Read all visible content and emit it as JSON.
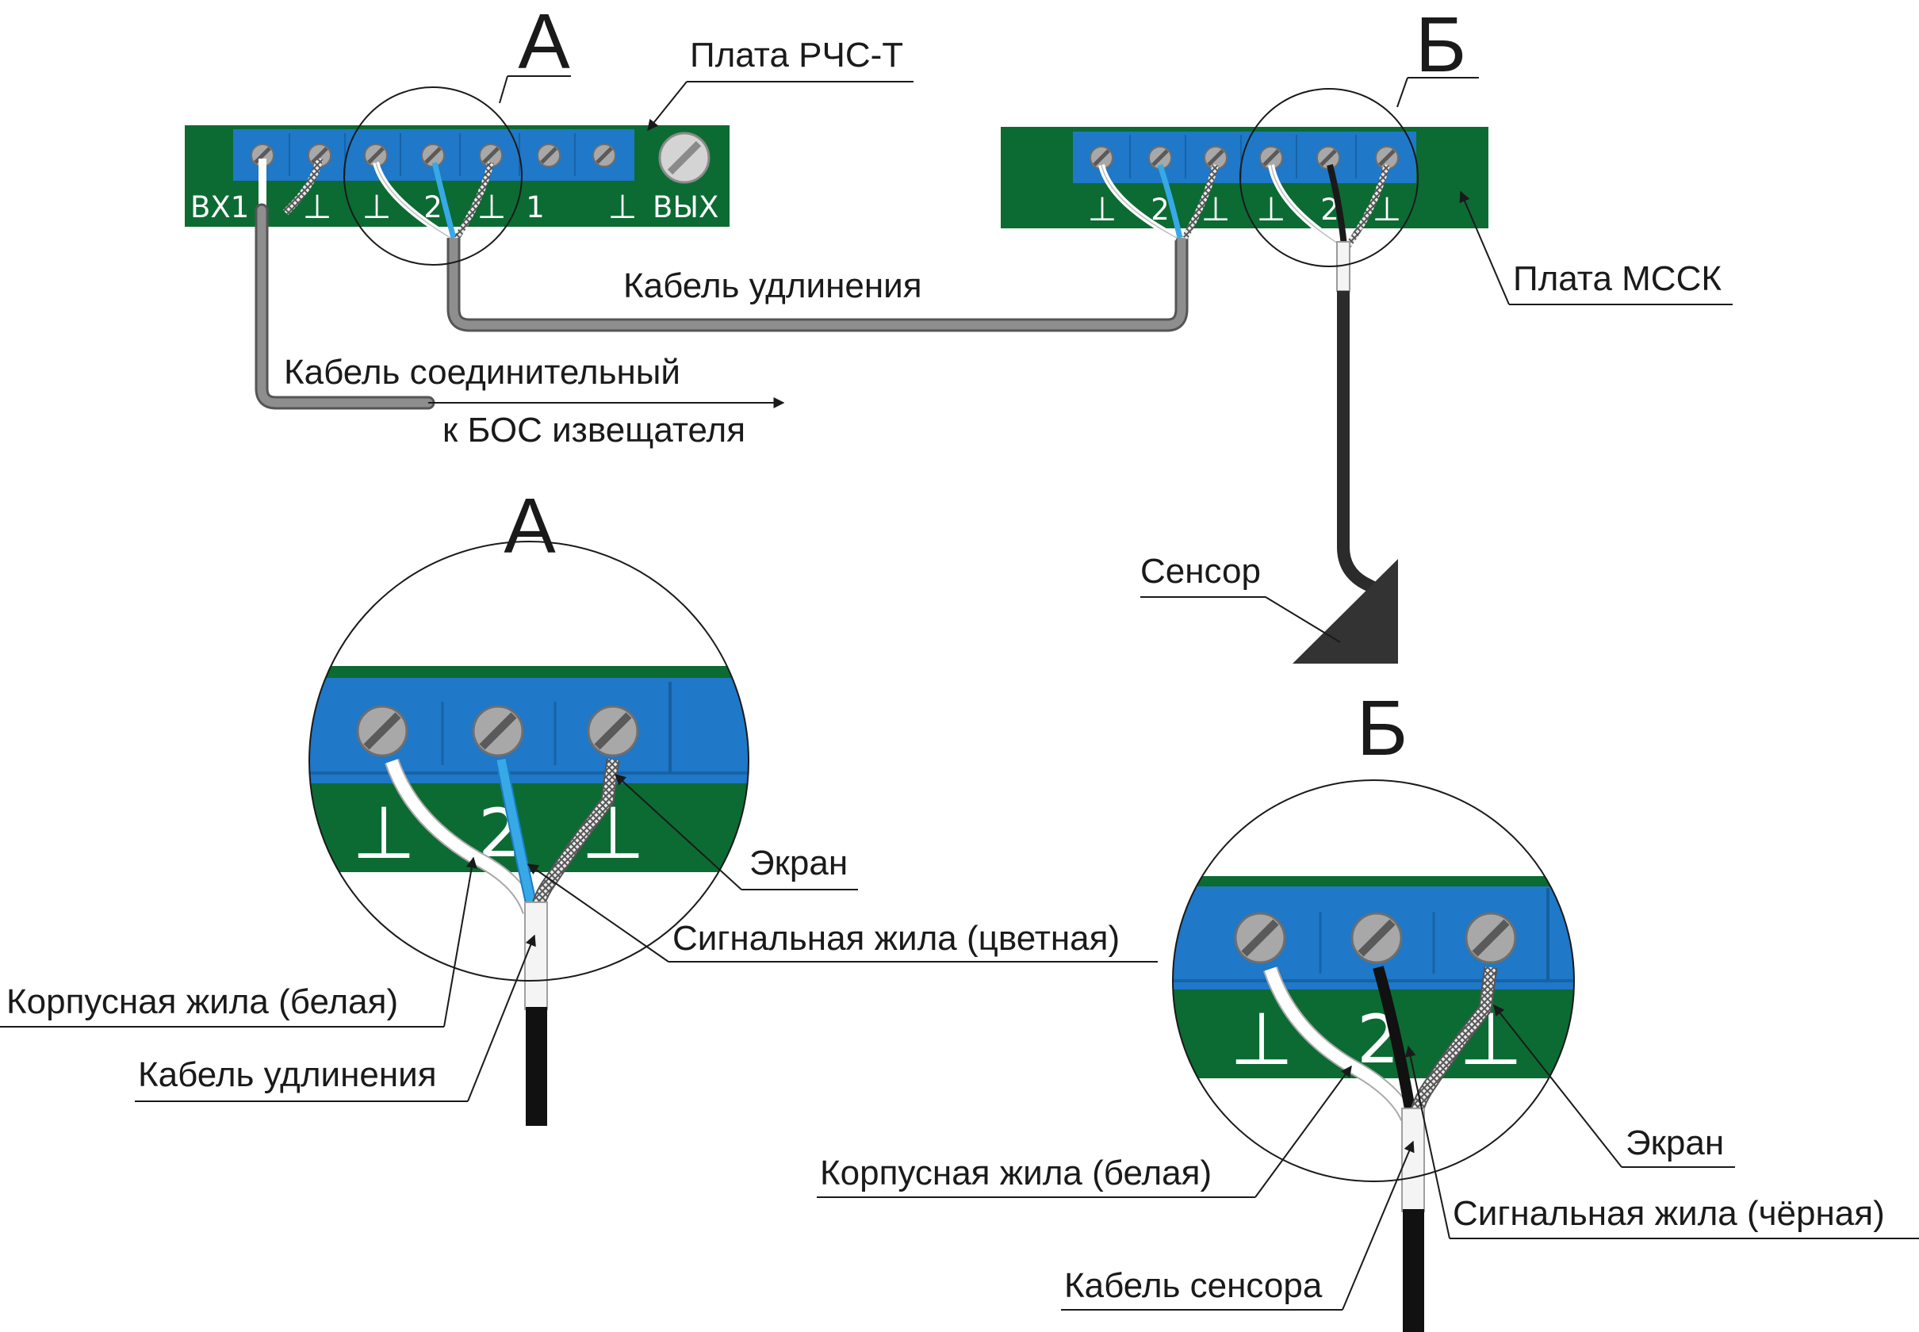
{
  "views": {
    "a_letter": "А",
    "b_letter": "Б",
    "a_detail_letter": "А",
    "b_detail_letter": "Б"
  },
  "boards": {
    "rchs": {
      "name": "Плата РЧС-Т",
      "in_label": "ВХ1",
      "gnd": "⊥",
      "sig": "2",
      "one": "1",
      "out_label": "ВЫХ"
    },
    "mssk": {
      "name": "Плата МССК",
      "gnd": "⊥",
      "sig": "2"
    }
  },
  "cables": {
    "extension": "Кабель удлинения",
    "connecting": "Кабель соединительный",
    "to_bos": "к БОС извещателя",
    "sensor": "Сенсор"
  },
  "detail_a": {
    "gnd": "⊥",
    "sig": "2",
    "screen": "Экран",
    "signal_core": "Сигнальная жила (цветная)",
    "body_core": "Корпусная жила (белая)",
    "cable": "Кабель удлинения"
  },
  "detail_b": {
    "gnd": "⊥",
    "sig": "2",
    "screen": "Экран",
    "signal_core": "Сигнальная жила (чёрная)",
    "body_core": "Корпусная жила (белая)",
    "cable": "Кабель сенсора"
  },
  "colors": {
    "pcb_green": "#0c6b33",
    "terminal_blue": "#1f78c8",
    "signal_blue": "#37a9e6",
    "cable_gray": "#7a7a7a",
    "sensor_dark": "#333333"
  }
}
